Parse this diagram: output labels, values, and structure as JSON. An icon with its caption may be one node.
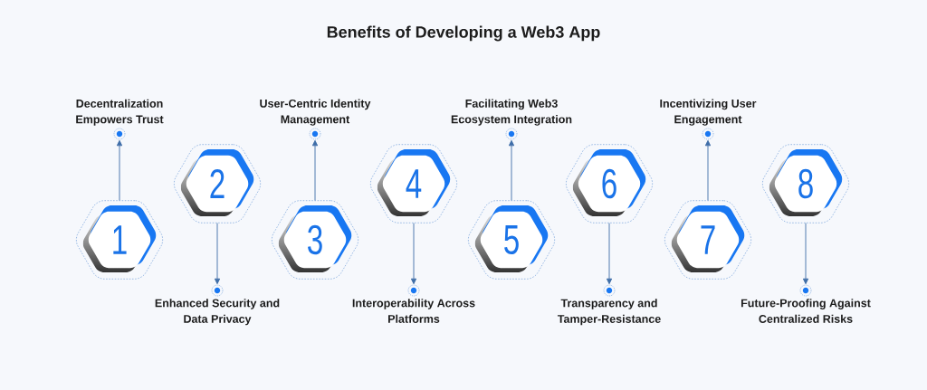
{
  "diagram": {
    "title": "Benefits of Developing a Web3 App",
    "nodes": [
      {
        "text": [
          "1"
        ]
      },
      {
        "text": [],
        "shape": "circle",
        "beside": [
          "Decentralization Empowers Trust"
        ]
      },
      {
        "text": [
          "2"
        ]
      },
      {
        "text": [],
        "shape": "circle",
        "beside": [
          "Enhanced Security and Data Privacy"
        ]
      },
      {
        "text": [
          "3"
        ]
      },
      {
        "text": [],
        "shape": "circle",
        "beside": [
          "User-Centric Identity Management"
        ]
      },
      {
        "text": [
          "4"
        ]
      },
      {
        "text": [],
        "shape": "circle",
        "beside": [
          "Interoperability Across Platforms"
        ]
      },
      {
        "text": [
          "5"
        ]
      },
      {
        "text": [],
        "shape": "circle",
        "beside": [
          "Facilitating Web3 Ecosystem Integration"
        ]
      },
      {
        "text": [
          "6"
        ]
      },
      {
        "text": [],
        "shape": "circle",
        "beside": [
          "Transparency and Tamper-Resistance"
        ]
      },
      {
        "text": [
          "7"
        ]
      },
      {
        "text": [],
        "shape": "circle",
        "beside": [
          "Incentivizing User Engagement"
        ]
      },
      {
        "text": [
          "8"
        ]
      },
      {
        "text": [],
        "shape": "circle",
        "beside": [
          "Future-Proofing Against Centralized Risks"
        ]
      }
    ],
    "edges": [
      {
        "from": 0,
        "to": 1,
        "arrow": "to"
      },
      {
        "from": 2,
        "to": 3,
        "arrow": "to"
      },
      {
        "from": 4,
        "to": 5,
        "arrow": "to"
      },
      {
        "from": 6,
        "to": 7,
        "arrow": "to"
      },
      {
        "from": 8,
        "to": 9,
        "arrow": "to"
      },
      {
        "from": 10,
        "to": 11,
        "arrow": "to"
      },
      {
        "from": 12,
        "to": 13,
        "arrow": "to"
      },
      {
        "from": 14,
        "to": 15,
        "arrow": "to"
      }
    ]
  }
}
